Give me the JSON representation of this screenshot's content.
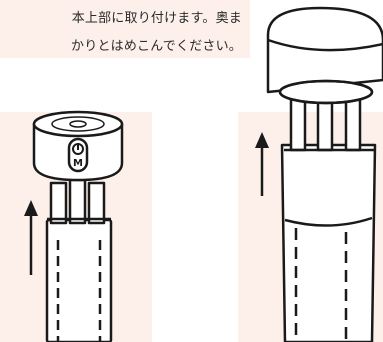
{
  "instruction": {
    "line1": "本上部に取り付けます。奥ま",
    "line2": "かりとはめこんでください。"
  },
  "figure_left": {
    "button_label": "M"
  }
}
